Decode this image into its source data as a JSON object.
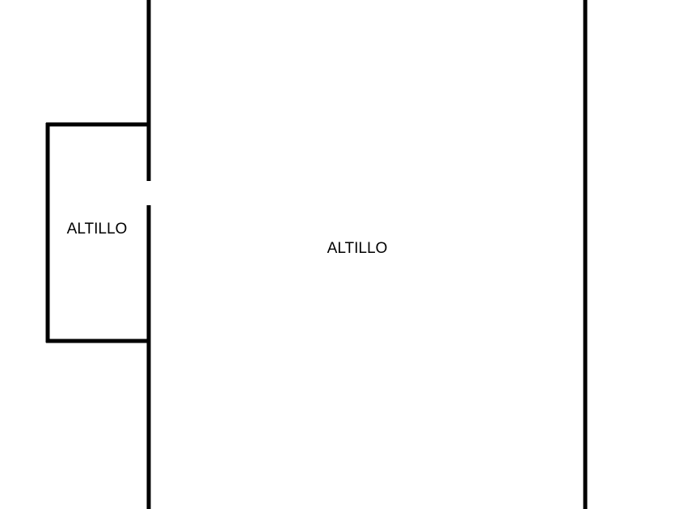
{
  "floor_plan": {
    "rooms": [
      {
        "id": "small-room",
        "label": "ALTILLO"
      },
      {
        "id": "main-room",
        "label": "ALTILLO"
      }
    ],
    "colors": {
      "background": "#ffffff",
      "walls": "#000000",
      "text": "#000000"
    }
  }
}
